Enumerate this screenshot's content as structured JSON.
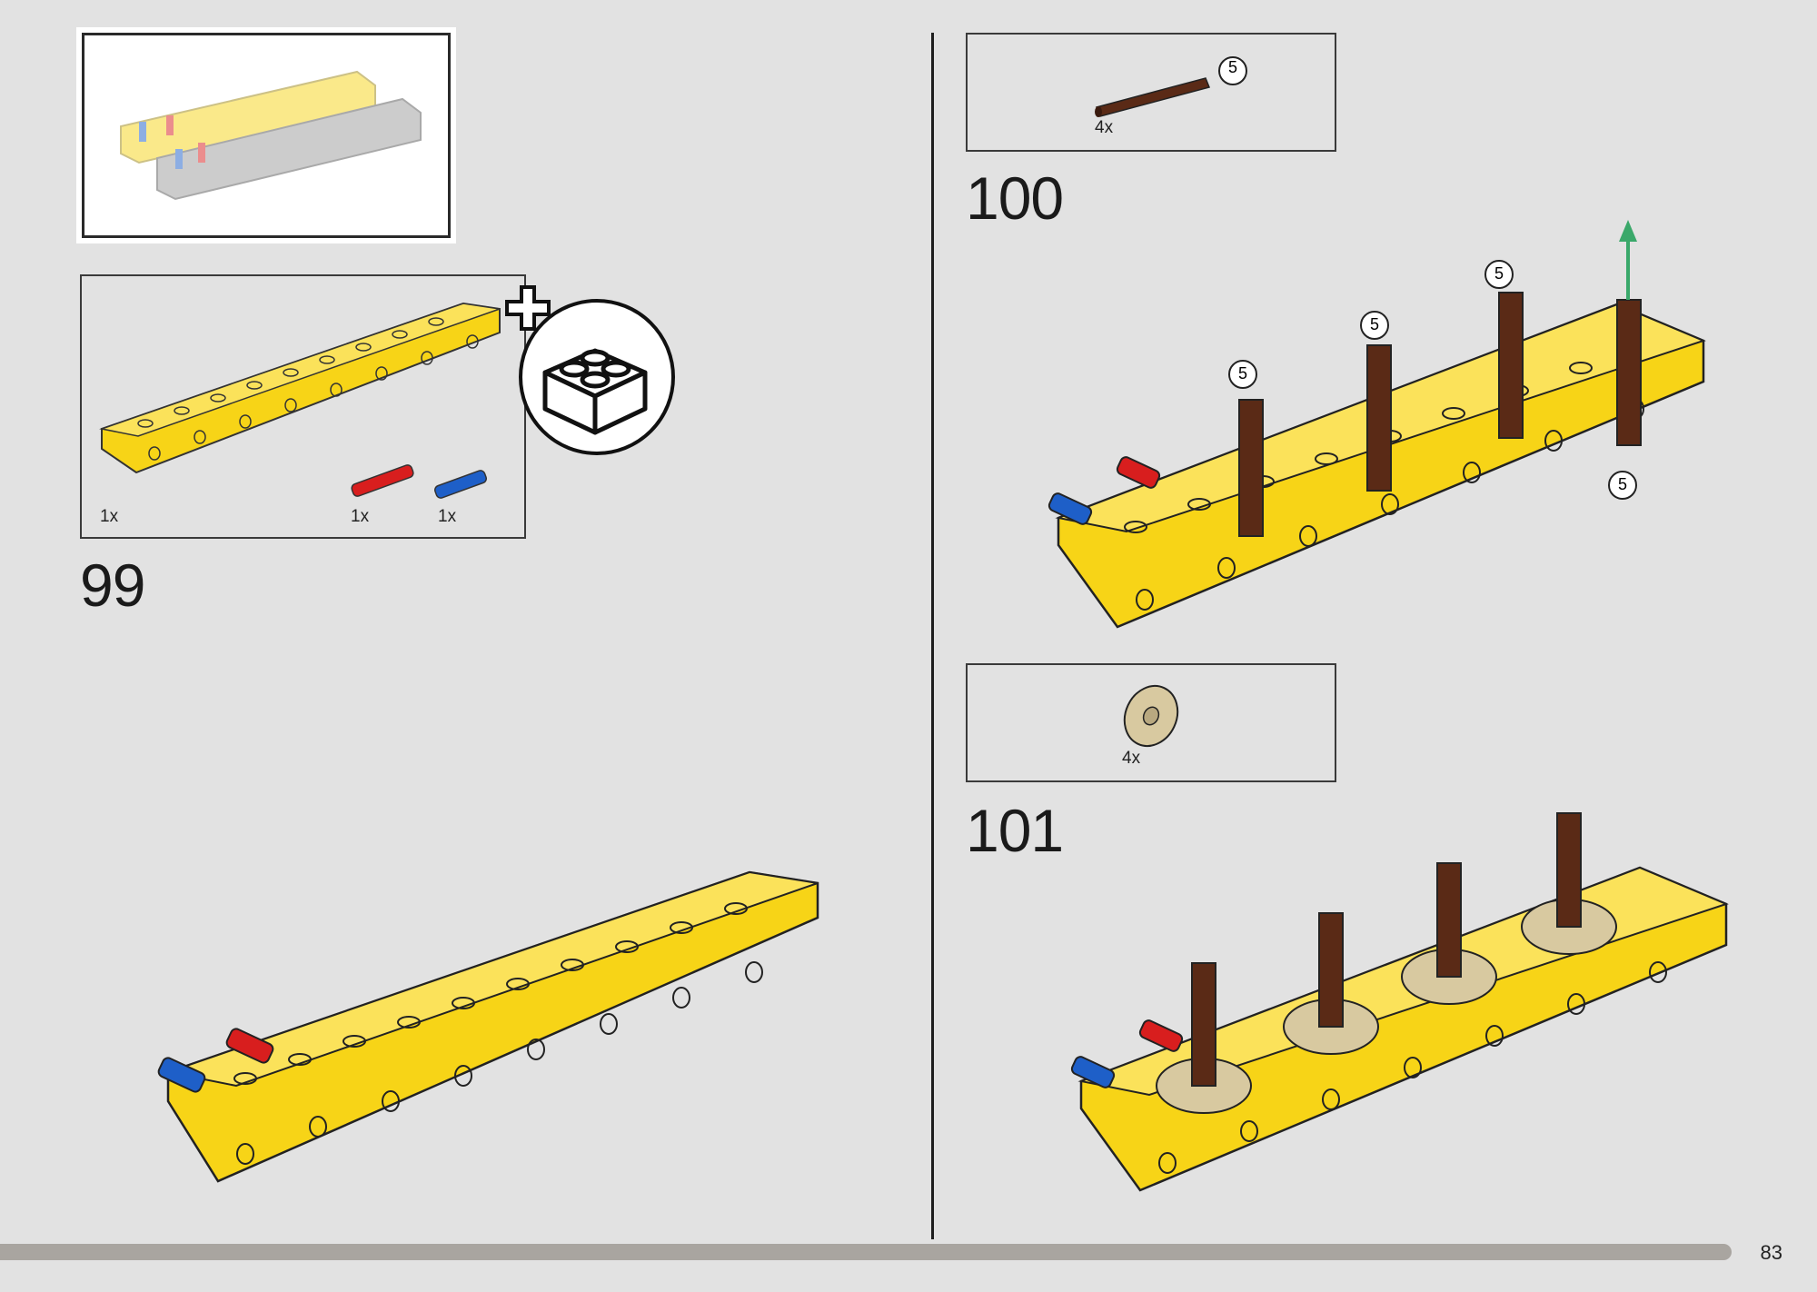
{
  "page": {
    "number": "83"
  },
  "step99": {
    "number": "99",
    "parts": [
      {
        "name": "yellow-beam-frame",
        "qty": "1x"
      },
      {
        "name": "red-pin",
        "qty": "1x"
      },
      {
        "name": "blue-pin",
        "qty": "1x"
      }
    ]
  },
  "step100": {
    "number": "100",
    "parts": [
      {
        "name": "brown-axle",
        "qty": "4x",
        "length": "5"
      }
    ],
    "callouts": [
      "5",
      "5",
      "5",
      "5",
      "5"
    ]
  },
  "step101": {
    "number": "101",
    "parts": [
      {
        "name": "tan-gear",
        "qty": "4x"
      }
    ]
  },
  "colors": {
    "background": "#e2e2e2",
    "yellow": "#f7d417",
    "red": "#d81e1e",
    "blue": "#1e5fc8",
    "brown": "#5a2a16",
    "tan": "#d8c9a0",
    "arrow": "#3aa86a"
  }
}
